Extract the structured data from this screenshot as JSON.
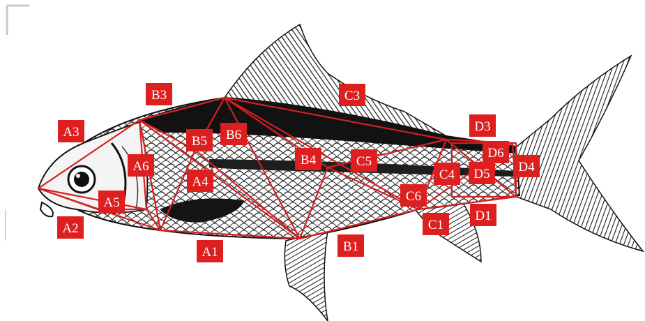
{
  "diagram": {
    "colors": {
      "line": "#d42020",
      "label_box": "#dd1f1f",
      "label_text": "#ffffff",
      "fish_dark": "#111111",
      "fish_mid": "#444444",
      "background": "#ffffff"
    },
    "regions": [
      {
        "id": "A1",
        "label": "A1"
      },
      {
        "id": "A2",
        "label": "A2"
      },
      {
        "id": "A3",
        "label": "A3"
      },
      {
        "id": "A4",
        "label": "A4"
      },
      {
        "id": "A5",
        "label": "A5"
      },
      {
        "id": "A6",
        "label": "A6"
      },
      {
        "id": "B1",
        "label": "B1"
      },
      {
        "id": "B3",
        "label": "B3"
      },
      {
        "id": "B4",
        "label": "B4"
      },
      {
        "id": "B5",
        "label": "B5"
      },
      {
        "id": "B6",
        "label": "B6"
      },
      {
        "id": "C1",
        "label": "C1"
      },
      {
        "id": "C3",
        "label": "C3"
      },
      {
        "id": "C4",
        "label": "C4"
      },
      {
        "id": "C5",
        "label": "C5"
      },
      {
        "id": "C6",
        "label": "C6"
      },
      {
        "id": "D1",
        "label": "D1"
      },
      {
        "id": "D3",
        "label": "D3"
      },
      {
        "id": "D4",
        "label": "D4"
      },
      {
        "id": "D5",
        "label": "D5"
      },
      {
        "id": "D6",
        "label": "D6"
      }
    ]
  }
}
